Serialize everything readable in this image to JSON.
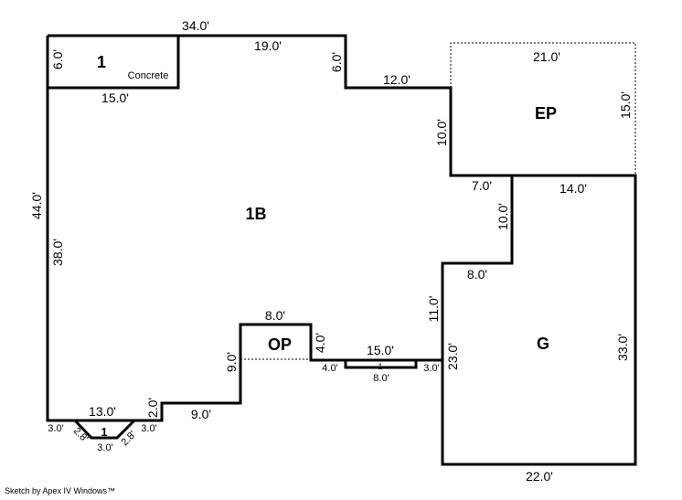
{
  "areas": {
    "main": "1B",
    "concrete": "1",
    "concrete_note": "Concrete",
    "enclosed_porch": "EP",
    "garage": "G",
    "open_porch": "OP",
    "stoop": "1",
    "step": "1"
  },
  "dims": {
    "top_total": "34.0'",
    "top_mid": "19.0'",
    "conc_side": "6.0'",
    "conc_bottom": "15.0'",
    "step_down": "6.0'",
    "upper_right": "12.0'",
    "ep_top": "21.0'",
    "ep_right": "15.0'",
    "ep_left": "10.0'",
    "ep_bottom": "7.0'",
    "g_top": "14.0'",
    "notch_v": "10.0'",
    "notch_h": "8.0'",
    "left_total": "44.0'",
    "left_inner": "38.0'",
    "g_left_upper": "11.0'",
    "g_left": "23.0'",
    "g_right": "33.0'",
    "g_bottom": "22.0'",
    "op_top": "8.0'",
    "op_right": "4.0'",
    "op_left": "9.0'",
    "porch_run": "15.0'",
    "step_left": "4.0'",
    "step_width": "8.0'",
    "step_right": "3.0'",
    "bottom_left": "13.0'",
    "jog": "2.0'",
    "bottom_mid": "9.0'",
    "stoop_l": "3.0'",
    "stoop_r": "3.0'",
    "stoop_diag_l": "2.8'",
    "stoop_diag_r": "2.8'",
    "stoop_bottom": "3.0'"
  },
  "footer": "Sketch by Apex IV Windows™"
}
